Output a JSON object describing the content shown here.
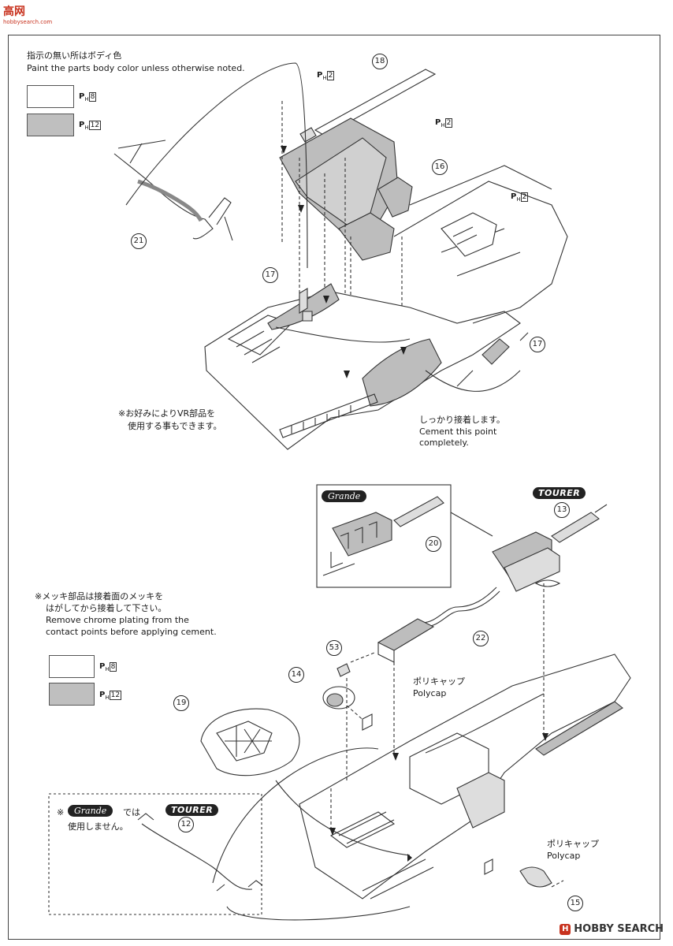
{
  "watermark_top": {
    "title": "高网",
    "sub": "hobbysearch.com"
  },
  "top_note": {
    "jp": "指示の無い所はボディ色",
    "en": "Paint the parts body color unless otherwise noted."
  },
  "paint_codes": {
    "prefix": "P",
    "sub": "H",
    "c2": "2",
    "c8": "8",
    "c12": "12"
  },
  "swatch_colors": {
    "light": "#ffffff",
    "gray": "#bfbfbf"
  },
  "part_numbers": {
    "p18": "18",
    "p16": "16",
    "p21": "21",
    "p17a": "17",
    "p17b": "17",
    "p13": "13",
    "p20": "20",
    "p22": "22",
    "p53": "53",
    "p14": "14",
    "p19": "19",
    "p12": "12",
    "p15": "15"
  },
  "notes": {
    "vr_jp_1": "※お好みによりVR部品を",
    "vr_jp_2": "使用する事もできます。",
    "cement_jp": "しっかり接着します。",
    "cement_en_1": "Cement this point",
    "cement_en_2": "completely.",
    "chrome_jp_1": "※メッキ部品は接着面のメッキを",
    "chrome_jp_2": "はがしてから接着して下さい。",
    "chrome_en_1": "Remove chrome plating from the",
    "chrome_en_2": "contact points before applying cement.",
    "polycap_jp": "ポリキャップ",
    "polycap_en": "Polycap",
    "not_used_mark": "※",
    "not_used_de": "では",
    "not_used_jp": "使用しません。"
  },
  "badges": {
    "grande": "Grande",
    "tourer": "TOURER"
  },
  "source_logo": {
    "mark": "H",
    "text": "HOBBY SEARCH"
  }
}
